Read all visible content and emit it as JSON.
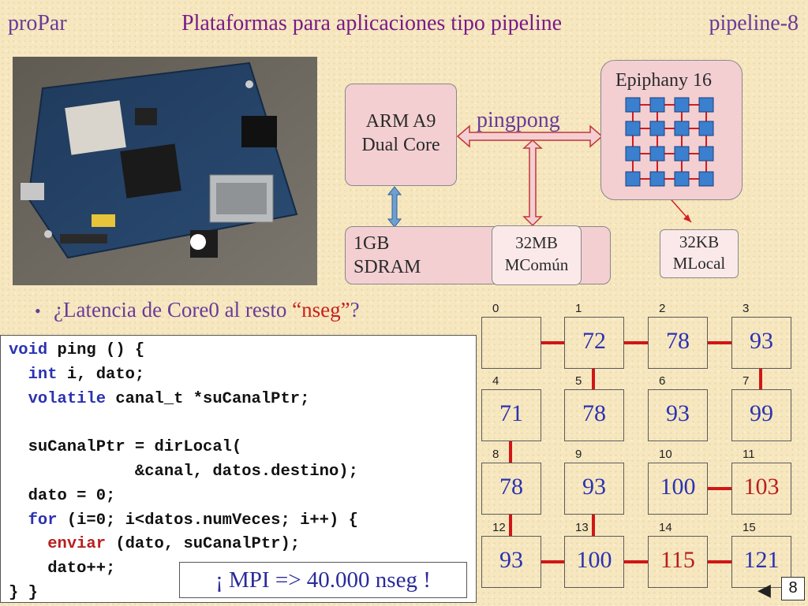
{
  "header": {
    "left": "proPar",
    "center": "Plataformas para aplicaciones tipo pipeline",
    "right": "pipeline-8"
  },
  "diagram": {
    "arm": [
      "ARM A9",
      "Dual Core"
    ],
    "pingpong": "pingpong",
    "epiphany": "Epiphany 16",
    "sdram": [
      "1GB",
      "SDRAM"
    ],
    "mcomun": [
      "32MB",
      "MComún"
    ],
    "mlocal": [
      "32KB",
      "MLocal"
    ]
  },
  "bullet": {
    "prefix": "¿Latencia de Core0 al resto ",
    "highlight": "“nseg”",
    "suffix": "?"
  },
  "code_lines": [
    [
      {
        "t": "void",
        "c": "kw"
      },
      {
        "t": " ping () {",
        "c": ""
      }
    ],
    [
      {
        "t": "  ",
        "c": ""
      },
      {
        "t": "int",
        "c": "kw"
      },
      {
        "t": " i, dato;",
        "c": ""
      }
    ],
    [
      {
        "t": "  ",
        "c": ""
      },
      {
        "t": "volatile",
        "c": "kw"
      },
      {
        "t": " canal_t *suCanalPtr;",
        "c": ""
      }
    ],
    [
      {
        "t": "",
        "c": ""
      }
    ],
    [
      {
        "t": "  suCanalPtr = dirLocal(",
        "c": ""
      }
    ],
    [
      {
        "t": "             &canal, datos.destino);",
        "c": ""
      }
    ],
    [
      {
        "t": "  dato = 0;",
        "c": ""
      }
    ],
    [
      {
        "t": "  ",
        "c": ""
      },
      {
        "t": "for",
        "c": "kw"
      },
      {
        "t": " (i=0; i<datos.numVeces; i++) {",
        "c": ""
      }
    ],
    [
      {
        "t": "    ",
        "c": ""
      },
      {
        "t": "enviar",
        "c": "fn"
      },
      {
        "t": " (dato, suCanalPtr);",
        "c": ""
      }
    ],
    [
      {
        "t": "    dato++;",
        "c": ""
      }
    ],
    [
      {
        "t": "} }",
        "c": ""
      }
    ]
  ],
  "mpi_note": "¡ MPI => 40.000 nseg !",
  "grid": {
    "indices": [
      "0",
      "1",
      "2",
      "3",
      "4",
      "5",
      "6",
      "7",
      "8",
      "9",
      "10",
      "11",
      "12",
      "13",
      "14",
      "15"
    ],
    "values": [
      "",
      "72",
      "78",
      "93",
      "71",
      "78",
      "93",
      "99",
      "78",
      "93",
      "100",
      "103",
      "93",
      "100",
      "115",
      "121"
    ],
    "red_cells": [
      11,
      14
    ],
    "link_color": "#d01616"
  },
  "nav": {
    "page_label": "8"
  },
  "colors": {
    "title": "#6a3a9a",
    "value_blue": "#2b32b2",
    "value_red": "#b81f1f",
    "block_fill": "#f3cfd2"
  }
}
